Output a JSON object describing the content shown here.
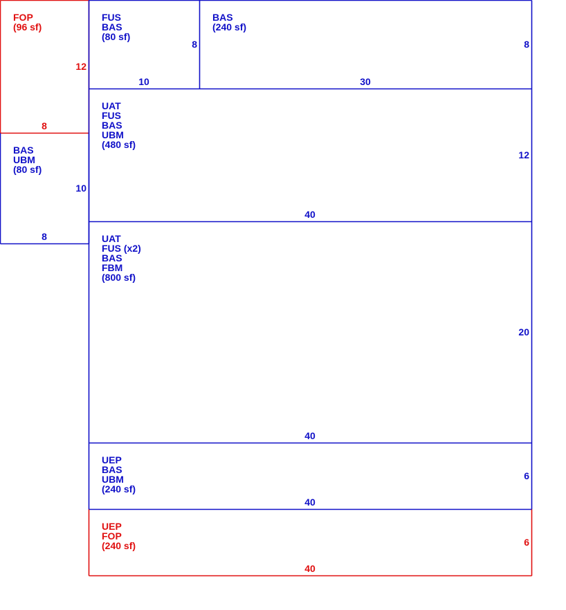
{
  "colors": {
    "living": "#1010c8",
    "porch": "#e01010"
  },
  "sections": [
    {
      "id": "fop-top",
      "kind": "porch",
      "labels": [
        "FOP",
        "(96 sf)"
      ],
      "width_label": "8",
      "depth_label": "12"
    },
    {
      "id": "fus-bas-80",
      "kind": "living",
      "labels": [
        "FUS",
        "BAS",
        "(80 sf)"
      ],
      "width_label": "10",
      "depth_label": "8"
    },
    {
      "id": "bas-240",
      "kind": "living",
      "labels": [
        "BAS",
        "(240 sf)"
      ],
      "width_label": "30",
      "depth_label": "8"
    },
    {
      "id": "bas-ubm-80",
      "kind": "living",
      "labels": [
        "BAS",
        "UBM",
        "(80 sf)"
      ],
      "width_label": "8",
      "depth_label": "10"
    },
    {
      "id": "uat-480",
      "kind": "living",
      "labels": [
        "UAT",
        "FUS",
        "BAS",
        "UBM",
        "(480 sf)"
      ],
      "width_label": "40",
      "depth_label": "12"
    },
    {
      "id": "uat-800",
      "kind": "living",
      "labels": [
        "UAT",
        "FUS (x2)",
        "BAS",
        "FBM",
        "(800 sf)"
      ],
      "width_label": "40",
      "depth_label": "20"
    },
    {
      "id": "uep-240",
      "kind": "living",
      "labels": [
        "UEP",
        "BAS",
        "UBM",
        "(240 sf)"
      ],
      "width_label": "40",
      "depth_label": "6"
    },
    {
      "id": "uep-fop-240",
      "kind": "porch",
      "labels": [
        "UEP",
        "FOP",
        "(240 sf)"
      ],
      "width_label": "40",
      "depth_label": "6"
    }
  ]
}
